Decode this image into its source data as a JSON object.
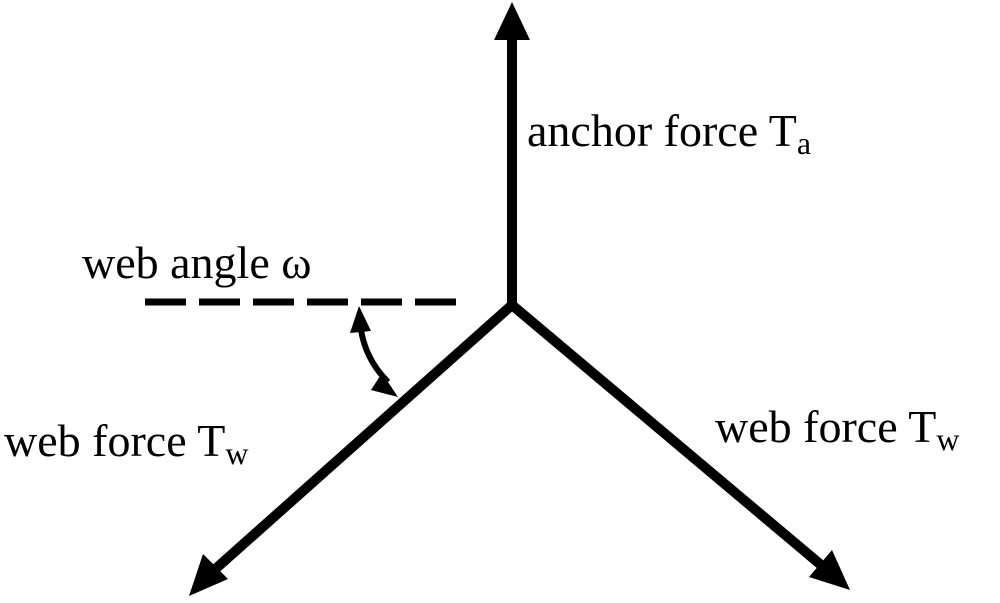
{
  "colors": {
    "stroke": "#000000",
    "background": "#ffffff"
  },
  "labels": {
    "anchor": {
      "text": "anchor force T",
      "sub": "a"
    },
    "angle": {
      "text": "web angle ω"
    },
    "web_left": {
      "text": "web force T",
      "sub": "w"
    },
    "web_right": {
      "text": "web force T",
      "sub": "w"
    }
  }
}
